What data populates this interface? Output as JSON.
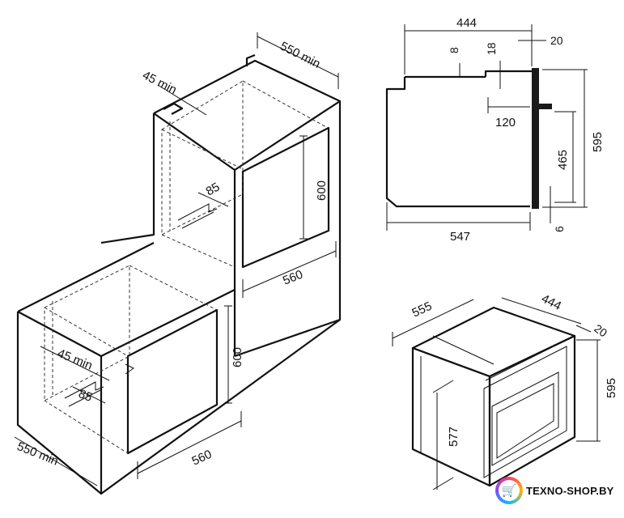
{
  "dimensions": {
    "tall_depth": "550 min",
    "tall_gap": "45 min",
    "tall_vent": "85",
    "tall_height": "600",
    "tall_width": "560",
    "low_gap": "45 min",
    "low_vent": "85",
    "low_height": "600",
    "low_width": "560",
    "low_depth": "550 min",
    "side_top_depth": "444",
    "side_8": "8",
    "side_18": "18",
    "side_20": "20",
    "side_120": "120",
    "side_465": "465",
    "side_595": "595",
    "side_6": "6",
    "side_547": "547",
    "iso_555": "555",
    "iso_444": "444",
    "iso_20": "20",
    "iso_595": "595",
    "iso_577": "577"
  },
  "watermark": {
    "text": "TEXNO-SHOP.BY",
    "icon": "cart-icon"
  }
}
